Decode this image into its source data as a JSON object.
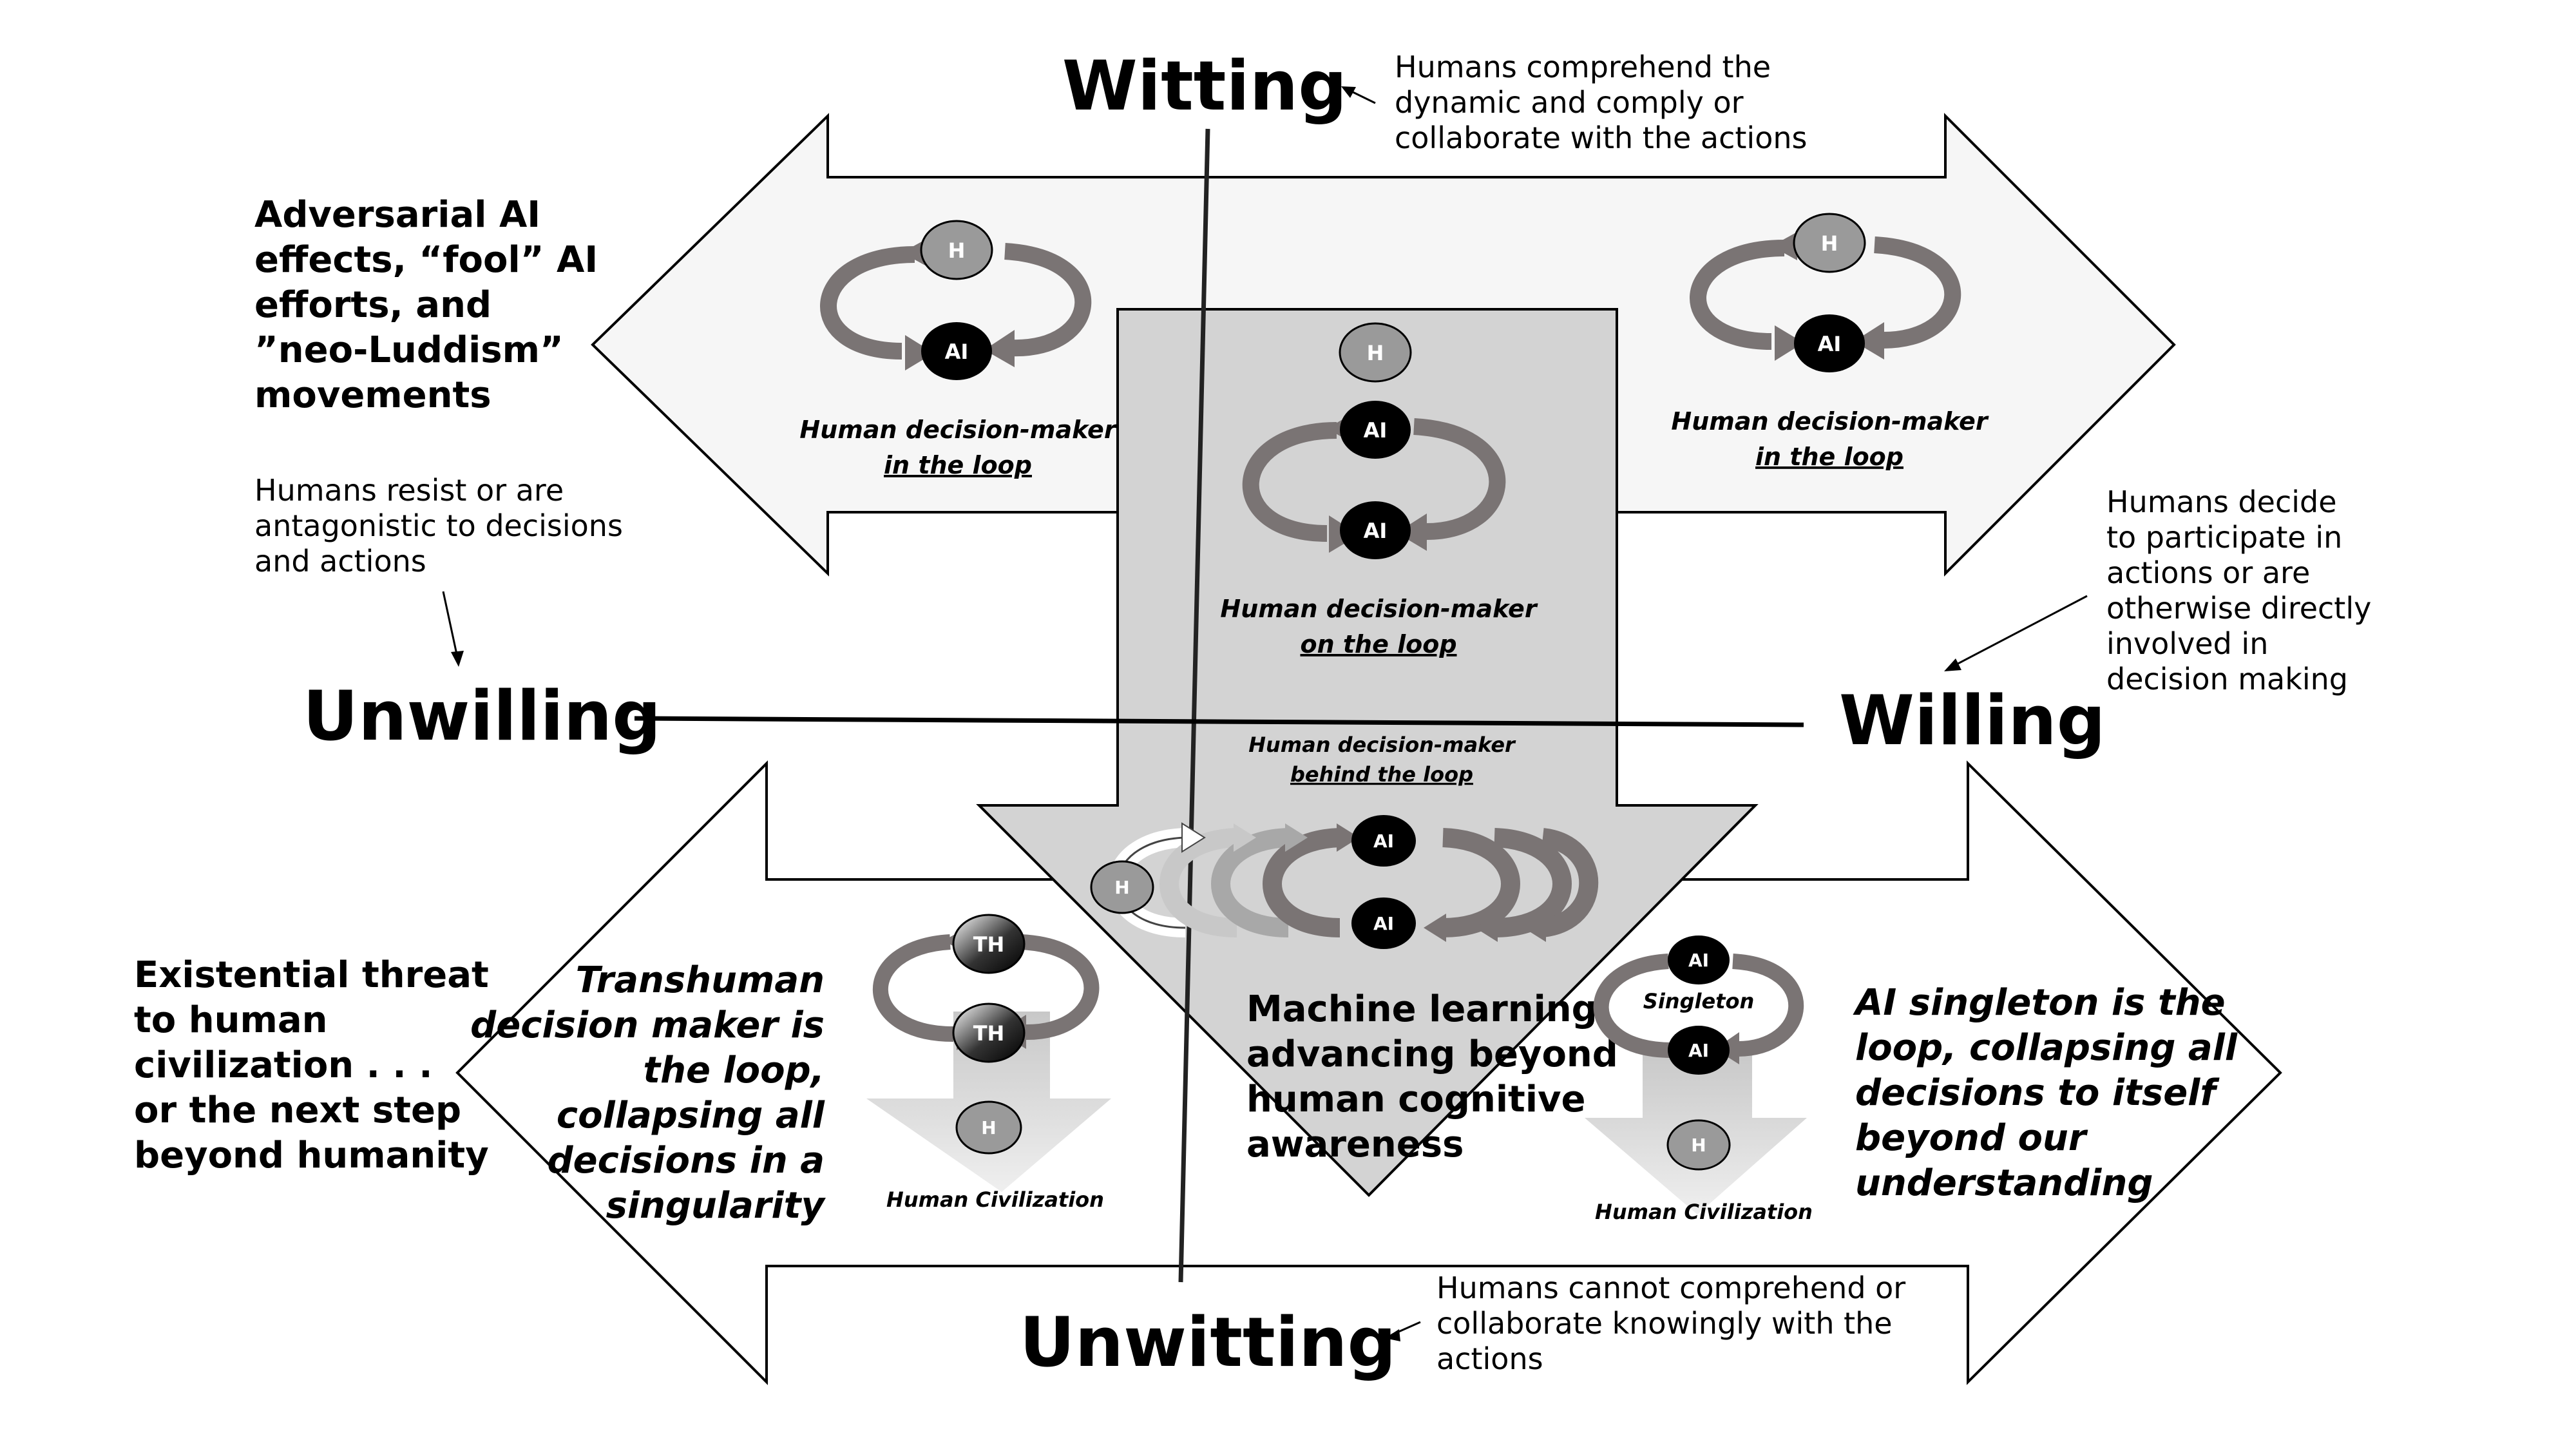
{
  "axes": {
    "top": "Witting",
    "bottom": "Unwitting",
    "left": "Unwilling",
    "right": "Willing"
  },
  "notes": {
    "top": [
      "Humans comprehend the",
      "dynamic and comply or",
      "collaborate with the actions"
    ],
    "bottom": [
      "Humans cannot comprehend or",
      "collaborate knowingly with the",
      "actions"
    ],
    "left": [
      "Humans resist or are",
      "antagonistic to decisions",
      "and actions"
    ],
    "right": [
      "Humans decide",
      "to participate in",
      "actions or are",
      "otherwise directly",
      "involved in",
      "decision making"
    ]
  },
  "quadrant_labels": {
    "top_left": [
      "Adversarial AI",
      "effects, “fool” AI",
      "efforts, and",
      "”neo-Luddism”",
      "movements"
    ],
    "bottom_left": [
      "Existential threat",
      "to human",
      "civilization . . .",
      "or the next step",
      "beyond humanity"
    ],
    "bottom_left_italic": [
      "Transhuman",
      "decision maker is",
      "the loop,",
      "collapsing all",
      "decisions in a",
      "singularity"
    ],
    "bottom_center": [
      "Machine learning",
      "advancing beyond",
      "human cognitive",
      "awareness"
    ],
    "bottom_right_italic": [
      "AI singleton is the",
      "loop, collapsing all",
      "decisions to itself",
      "beyond our",
      "understanding"
    ]
  },
  "captions": {
    "in_loop_left_line1": "Human decision-maker",
    "in_loop_left_line2": "in the loop",
    "in_loop_right_line1": "Human decision-maker",
    "in_loop_right_line2": "in the loop",
    "on_loop_line1": "Human decision-maker",
    "on_loop_line2": "on the loop",
    "behind_loop_line1": "Human decision-maker",
    "behind_loop_line2": "behind the loop",
    "civ_left": "Human Civilization",
    "civ_right": "Human Civilization",
    "singleton": "Singleton"
  },
  "nodes": {
    "h": "H",
    "ai": "AI",
    "th": "TH"
  },
  "colors": {
    "arrow_fill": "#f6f6f6",
    "center_fill": "#d3d3d3",
    "loop_arrow": "#7a7474",
    "node_dark": "#000000",
    "node_light": "#9a9a9a"
  }
}
